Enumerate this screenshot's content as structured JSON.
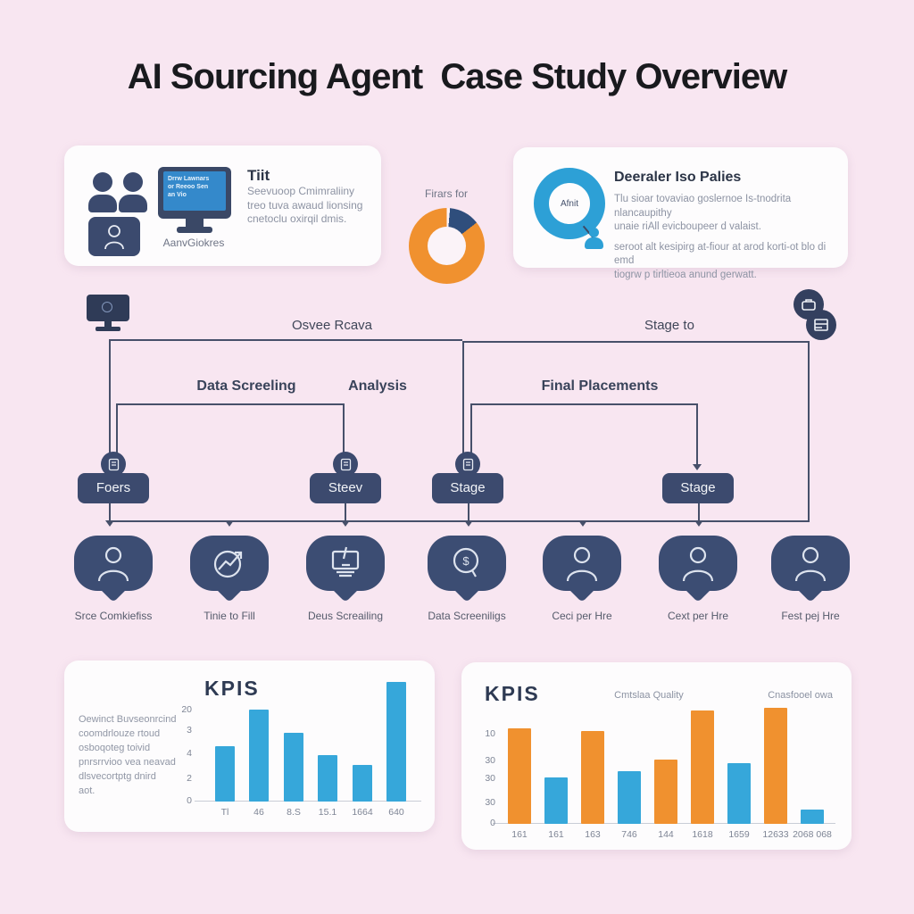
{
  "colors": {
    "background": "#f8e6f1",
    "card": "#fdfcfd",
    "navy": "#3b4a6e",
    "line": "#47506a",
    "grey_text": "#8d93a3",
    "blue": "#36a7da",
    "orange": "#f0912f",
    "donut_navy": "#2f4e7c",
    "ring_blue": "#2da0d6",
    "screen_blue": "#3489cb",
    "title_text": "#191a1e"
  },
  "title": "AI Sourcing Agent  Case Study Overview",
  "top_left_card": {
    "monitor_screen_lines": [
      "Drrw Lawnars",
      "or Reeoo Sen",
      "an Vio"
    ],
    "monitor_caption": "AanvGiokres",
    "heading": "Tiit",
    "body_lines": [
      "Seevuoop Cmimraliiny",
      "treo tuva awaud lionsing",
      "cnetoclu oxirqil dmis."
    ]
  },
  "top_right_card": {
    "ring_label": "Afnit",
    "heading": "Deeraler Iso Palies",
    "body_lines": [
      "Tlu sioar tovaviao goslernoe Is-tnodrita nlancaupithy",
      "unaie riAll evicboupeer d valaist.",
      "seroot alt kesipirg at-fiour at arod korti-ot blo di emd",
      "tiogrw p tirltieoa anund gerwatt."
    ]
  },
  "flowchart": {
    "label_left": "Osvee Rcava",
    "label_right": "Stage to",
    "group_labels": [
      "Data Screeling",
      "Analysis",
      "Final Placements"
    ],
    "stage_badges": [
      "Foers",
      "Steev",
      "Stage",
      "Stage"
    ]
  },
  "kpi_bubbles": [
    {
      "icon": "person-icon",
      "label": "Srce Comkiefiss"
    },
    {
      "icon": "trend-icon",
      "label": "Tinie to Fill"
    },
    {
      "icon": "monitor-scan-icon",
      "label": "Deus Screailing"
    },
    {
      "icon": "dollar-bubble-icon",
      "label": "Data Screeniligs"
    },
    {
      "icon": "person-icon",
      "label": "Ceci per Hre"
    },
    {
      "icon": "person-icon",
      "label": "Cext per Hre"
    },
    {
      "icon": "person-icon",
      "label": "Fest pej Hre"
    }
  ],
  "bottom_left_card": {
    "paragraph_lines": [
      "Oewinct Buvseonrcind",
      "coomdrlouze rtoud",
      "osboqoteg toivid",
      "pnrsrrvioo vea neavad",
      "dlsvecortptg dnird",
      "aot."
    ]
  },
  "chart_data": [
    {
      "type": "pie",
      "label": "Firars for",
      "slices": [
        {
          "name": "highlight",
          "value": 13,
          "color": "#2f4e7c"
        },
        {
          "name": "main",
          "value": 87,
          "color": "#f0912f"
        }
      ],
      "hole": true
    },
    {
      "type": "bar",
      "title": "KPIS",
      "values": [
        12,
        20,
        15,
        10,
        8,
        26
      ],
      "x_labels": [
        "Tl",
        "46",
        "8.S",
        "15.1",
        "1664",
        "640"
      ],
      "y_tick_labels": [
        "20",
        "3",
        "4",
        "2",
        "0"
      ],
      "ylim": [
        0,
        26
      ],
      "bar_color": "#36a7da"
    },
    {
      "type": "bar",
      "title": "KPIS",
      "subtitle": "Cmtslaa Quality",
      "corner_note": "Cnasfooel owa",
      "values": [
        33,
        16,
        32,
        18,
        22,
        39,
        21,
        40,
        5
      ],
      "x_labels": [
        "161",
        "161",
        "163",
        "746",
        "144",
        "1618",
        "1659",
        "12633",
        "2068 068"
      ],
      "y_tick_labels": [
        "10",
        "30",
        "30",
        "30",
        "0"
      ],
      "ylim": [
        0,
        40
      ],
      "bar_colors": [
        "#f0912f",
        "#36a7da",
        "#f0912f",
        "#36a7da",
        "#f0912f",
        "#f0912f",
        "#36a7da",
        "#f0912f",
        "#36a7da"
      ]
    }
  ]
}
